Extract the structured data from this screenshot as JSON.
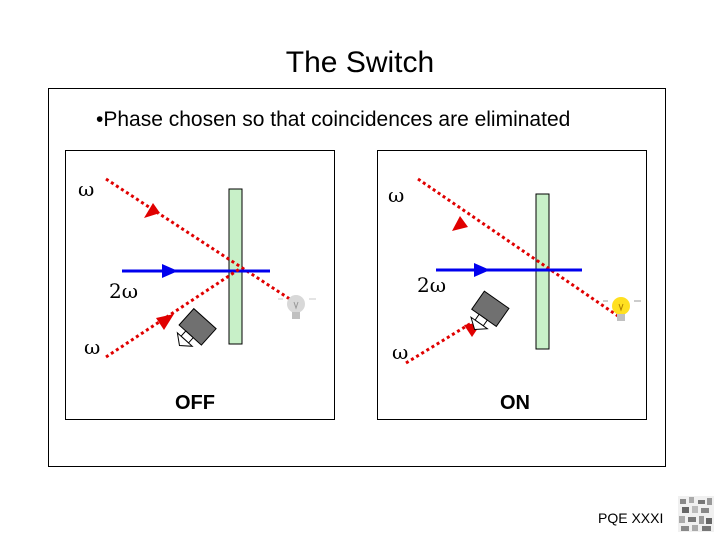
{
  "slide": {
    "title": "The Switch",
    "bullet": "•Phase chosen so that coincidences are eliminated",
    "footer": "PQE XXXI"
  },
  "panels": [
    {
      "state": "OFF",
      "omega_top": "ω",
      "two_omega": "2ω",
      "omega_bottom": "ω",
      "bulb": "off"
    },
    {
      "state": "ON",
      "omega_top": "ω",
      "two_omega": "2ω",
      "omega_bottom": "ω",
      "bulb": "on"
    }
  ],
  "colors": {
    "red_beam": "#e00000",
    "blue_beam": "#0000ee",
    "plate_fill": "#c8f0c8",
    "bulb_off": "#d8d8d8",
    "bulb_on": "#ffe020",
    "detector": "#707070"
  },
  "icons": [
    "light-bulb-icon",
    "detector-icon"
  ]
}
